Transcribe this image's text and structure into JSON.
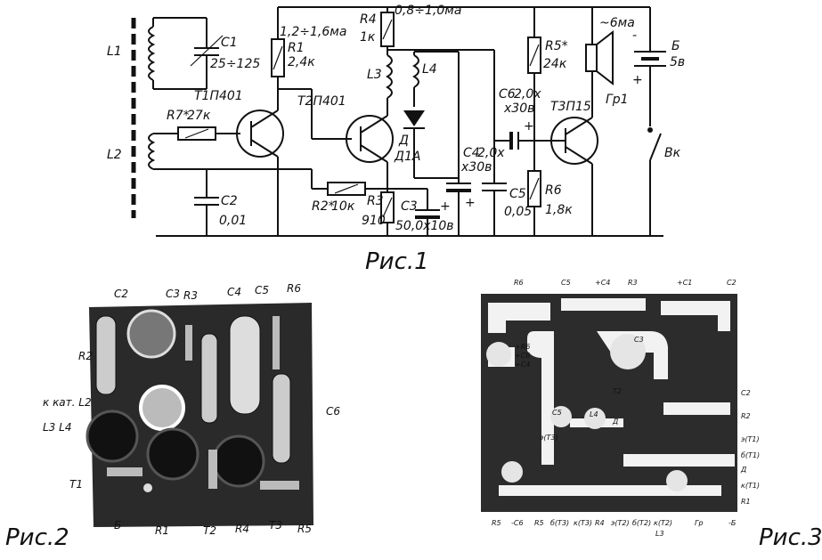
{
  "figures": {
    "fig1_caption": "Рис.1",
    "fig2_caption": "Рис.2",
    "fig3_caption": "Рис.3"
  },
  "schematic": {
    "L1": "L1",
    "L2": "L2",
    "C1": "C1",
    "C1_val": "25÷125",
    "R7": "R7*",
    "R7_val": "27к",
    "T1": "T1П401",
    "R1": "R1",
    "R1_val": "2,4к",
    "current_r1": "1,2÷1,6ма",
    "C2": "C2",
    "C2_val": "0,01",
    "T2": "T2П401",
    "R4": "R4",
    "R4_val": "1к",
    "current_r4": "0,8÷1,0ма",
    "L3": "L3",
    "L4": "L4",
    "D": "Д",
    "D_val": "Д1А",
    "R2": "R2*",
    "R2_val": "10к",
    "R3": "R3",
    "R3_val": "910",
    "C3": "C3",
    "C3_val": "50,0x10в",
    "C4": "C4",
    "C4_val": "2,0x",
    "C4_val2": "x30в",
    "C5": "C5",
    "C5_val": "0,05",
    "C6": "C6",
    "C6_val": "2,0x",
    "C6_val2": "x30в",
    "T3": "T3П15",
    "R5": "R5*",
    "R5_val": "24к",
    "R6": "R6",
    "R6_val": "1,8к",
    "current_sp": "~6ма",
    "Gr": "Гр1",
    "B": "Б",
    "B_val": "5в",
    "Vk": "Вк",
    "minus": "-",
    "plus": "+"
  },
  "photo_labels": {
    "C2": "C2",
    "C3": "C3",
    "R3": "R3",
    "C4": "C4",
    "C5": "C5",
    "R6": "R6",
    "R2": "R2",
    "kat_L2": "к кат. L2",
    "L3L4": "L3 L4",
    "C6": "C6",
    "T1": "T1",
    "B": "Б",
    "R1": "R1",
    "T2": "T2",
    "R4": "R4",
    "T3": "T3",
    "R5": "R5"
  },
  "pcb_labels": {
    "top": [
      "R6",
      "C5",
      "+C4",
      "R3",
      "+C1",
      "C2"
    ],
    "left": [
      "+R6",
      "+C6",
      "+C4"
    ],
    "right": [
      "C2",
      "R2",
      "э(T1)",
      "б(T1)",
      "Д",
      "к(T1)",
      "R1"
    ],
    "bottom": [
      "R5",
      "-C6",
      "R5",
      "б(T3)",
      "к(T3)",
      "R4",
      "э(T2)",
      "б(T2)",
      "к(T2)",
      "Гр",
      "-Б"
    ],
    "bottom_sub": "L3",
    "inner": [
      "C3",
      "T2",
      "C5",
      "L4",
      "Д",
      "э(T3)"
    ]
  }
}
